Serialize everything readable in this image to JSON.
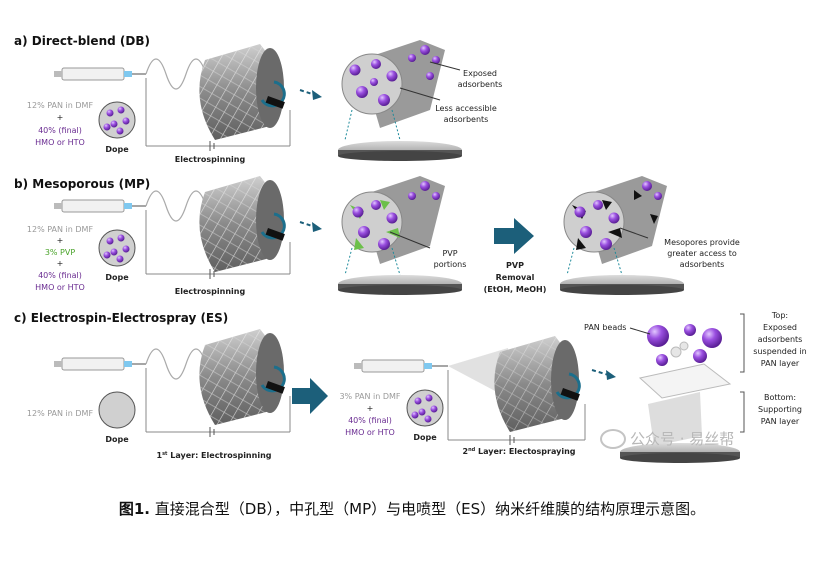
{
  "panels": {
    "a": {
      "title": "a) Direct-blend (DB)",
      "solution_line1": "12% PAN in DMF",
      "plus1": "+",
      "additive_line1": "40% (final)",
      "additive_line2": "HMO or HTO",
      "dope": "Dope",
      "process": "Electrospinning",
      "label_exposed_1": "Exposed",
      "label_exposed_2": "adsorbents",
      "label_less_1": "Less accessible",
      "label_less_2": "adsorbents"
    },
    "b": {
      "title": "b) Mesoporous (MP)",
      "solution_line1": "12% PAN in DMF",
      "plus1": "+",
      "pvp": "3% PVP",
      "plus2": "+",
      "additive_line1": "40% (final)",
      "additive_line2": "HMO or HTO",
      "dope": "Dope",
      "process": "Electrospinning",
      "pvp_label_1": "PVP",
      "pvp_label_2": "portions",
      "removal_1": "PVP",
      "removal_2": "Removal",
      "removal_3": "(EtOH, MeOH)",
      "meso_1": "Mesopores provide",
      "meso_2": "greater access to",
      "meso_3": "adsorbents"
    },
    "c": {
      "title": "c) Electrospin-Electrospray (ES)",
      "solution_line1": "12% PAN in DMF",
      "dope": "Dope",
      "layer1_sup": "st",
      "layer1_pre": "1",
      "layer1_post": " Layer: Electrospinning",
      "solution2_line1": "3% PAN in DMF",
      "plus": "+",
      "additive_line1": "40% (final)",
      "additive_line2": "HMO or HTO",
      "dope2": "Dope",
      "layer2_pre": "2",
      "layer2_sup": "nd",
      "layer2_post": " Layer: Electospraying",
      "beads": "PAN beads",
      "top_1": "Top:",
      "top_2": "Exposed",
      "top_3": "adsorbents",
      "top_4": "suspended in",
      "top_5": "PAN layer",
      "bottom_1": "Bottom:",
      "bottom_2": "Supporting",
      "bottom_3": "PAN layer"
    }
  },
  "caption": {
    "label": "图1.",
    "text": " 直接混合型（DB），中孔型（MP）与电喷型（ES）纳米纤维膜的结构原理示意图。"
  },
  "watermark": "公众号 · 易丝帮",
  "colors": {
    "purple": "#8a3fd0",
    "green": "#6cc04a",
    "arrow": "#1c5f7a",
    "gray_text": "#999999",
    "purple_text": "#6a2c91"
  }
}
